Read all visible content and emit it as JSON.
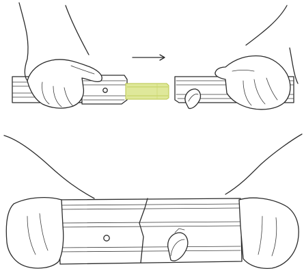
{
  "figure": {
    "panels": [
      {
        "id": "top",
        "step": "insert-connector"
      },
      {
        "id": "bottom",
        "step": "joined-rail"
      }
    ],
    "colors": {
      "line": "#2b2b2b",
      "connector_fill": "#dfe89a",
      "connector_stroke": "#b9c64a",
      "background": "#ffffff"
    },
    "icons": {
      "direction": "arrow-right-icon",
      "hole": "screw-hole-icon",
      "clip": "clip-icon"
    }
  }
}
